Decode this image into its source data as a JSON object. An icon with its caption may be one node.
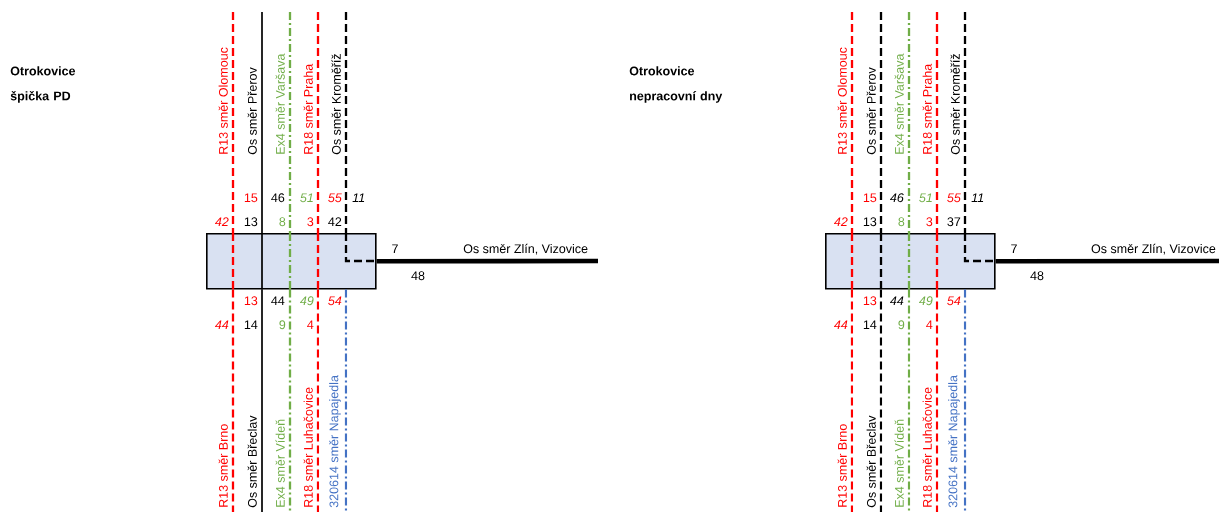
{
  "diagram": {
    "nodes": [
      {
        "text": [],
        "shape": "box"
      },
      {
        "text": [],
        "shape": "box"
      }
    ],
    "edges": [
      {
        "from": null,
        "to": 0,
        "arrow": "none",
        "label": "R13 směr Olomouc",
        "style": "dashed",
        "color": "#ff0000"
      },
      {
        "from": null,
        "to": 0,
        "arrow": "none",
        "label": "Os směr Přerov",
        "color": "#000000"
      },
      {
        "from": null,
        "to": 0,
        "arrow": "none",
        "label": "Ex4 směr Varšava",
        "style": "dashed",
        "color": "#70ad47"
      },
      {
        "from": null,
        "to": 0,
        "arrow": "none",
        "label": "R18 směr Praha",
        "style": "dashed",
        "color": "#ff0000"
      },
      {
        "from": null,
        "to": 0,
        "arrow": "none",
        "label": "Os směr Kroměříž",
        "style": "dashed",
        "color": "#000000"
      },
      {
        "from": 0,
        "to": null,
        "arrow": "none",
        "label": "R13 směr Brno",
        "style": "dashed",
        "color": "#ff0000"
      },
      {
        "from": 0,
        "to": null,
        "arrow": "none",
        "label": "Os směr Břeclav",
        "color": "#000000"
      },
      {
        "from": 0,
        "to": null,
        "arrow": "none",
        "label": "Ex4 směr Vídeň",
        "style": "dashed",
        "color": "#70ad47"
      },
      {
        "from": 0,
        "to": null,
        "arrow": "none",
        "label": "R18 směr Luhačovice",
        "style": "dashed",
        "color": "#ff0000"
      },
      {
        "from": 0,
        "to": null,
        "arrow": "none",
        "label": "320614 směr Napajedla",
        "style": "dashed",
        "color": "#4472c4"
      },
      {
        "from": 0,
        "to": null,
        "arrow": "none",
        "label": "Os směr Zlín, Vizovice",
        "style": "thick",
        "color": "#000000"
      },
      {
        "from": null,
        "to": 1,
        "arrow": "none",
        "label": "R13 směr Olomouc",
        "style": "dashed",
        "color": "#ff0000"
      },
      {
        "from": null,
        "to": 1,
        "arrow": "none",
        "label": "Os směr Přerov",
        "style": "dashed",
        "color": "#000000"
      },
      {
        "from": null,
        "to": 1,
        "arrow": "none",
        "label": "Ex4 směr Varšava",
        "style": "dashed",
        "color": "#70ad47"
      },
      {
        "from": null,
        "to": 1,
        "arrow": "none",
        "label": "R18 směr Praha",
        "style": "dashed",
        "color": "#ff0000"
      },
      {
        "from": null,
        "to": 1,
        "arrow": "none",
        "label": "Os směr Kroměříž",
        "style": "dashed",
        "color": "#000000"
      },
      {
        "from": 1,
        "to": null,
        "arrow": "none",
        "label": "R13 směr Brno",
        "style": "dashed",
        "color": "#ff0000"
      },
      {
        "from": 1,
        "to": null,
        "arrow": "none",
        "label": "Os směr Břeclav",
        "style": "dashed",
        "color": "#000000"
      },
      {
        "from": 1,
        "to": null,
        "arrow": "none",
        "label": "Ex4 směr Vídeň",
        "style": "dashed",
        "color": "#70ad47"
      },
      {
        "from": 1,
        "to": null,
        "arrow": "none",
        "label": "R18 směr Luhačovice",
        "style": "dashed",
        "color": "#ff0000"
      },
      {
        "from": 1,
        "to": null,
        "arrow": "none",
        "label": "320614 směr Napajedla",
        "style": "dashed",
        "color": "#4472c4"
      },
      {
        "from": 1,
        "to": null,
        "arrow": "none",
        "label": "Os směr Zlín, Vizovice",
        "style": "thick",
        "color": "#000000"
      }
    ],
    "labels": [
      "Otrokovice špička PD",
      "15",
      "46",
      "51",
      "55",
      "11",
      "42",
      "13",
      "8",
      "3",
      "42",
      "7",
      "48",
      "13",
      "44",
      "49",
      "54",
      "44",
      "14",
      "9",
      "4",
      "Otrokovice nepracovní dny",
      "15",
      "46",
      "51",
      "55",
      "11",
      "42",
      "13",
      "8",
      "3",
      "37",
      "7",
      "48",
      "13",
      "44",
      "49",
      "54",
      "44",
      "14",
      "9",
      "4"
    ]
  }
}
